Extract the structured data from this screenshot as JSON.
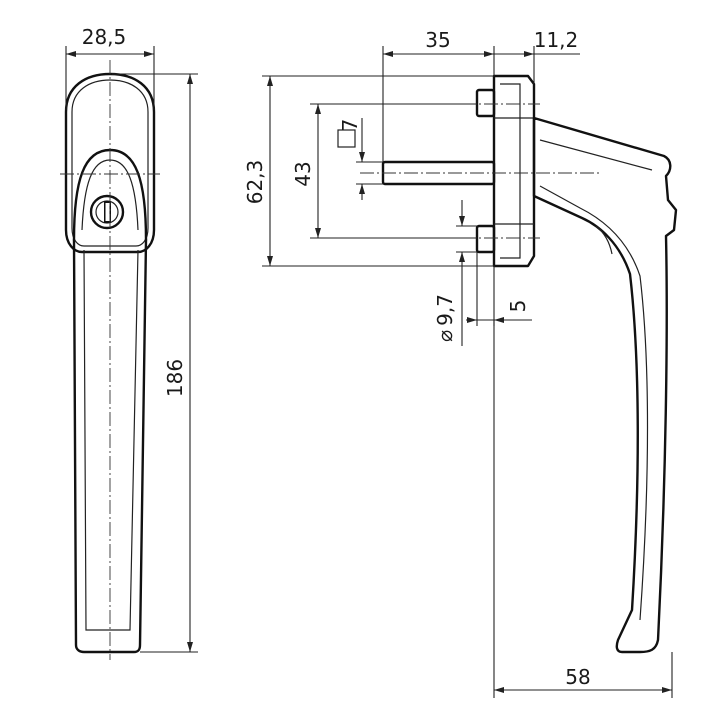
{
  "dimensions": {
    "front_width": "28,5",
    "front_height": "186",
    "spindle_length": "35",
    "rose_depth": "11,2",
    "rose_height": "62,3",
    "screw_spacing": "43",
    "spindle_square": "7",
    "screw_diameter": "9,7",
    "screw_offset": "5",
    "projection": "58"
  },
  "symbols": {
    "diameter_symbol": "⌀",
    "square_symbol": "□"
  },
  "colors": {
    "line": "#111111",
    "background": "#ffffff"
  }
}
